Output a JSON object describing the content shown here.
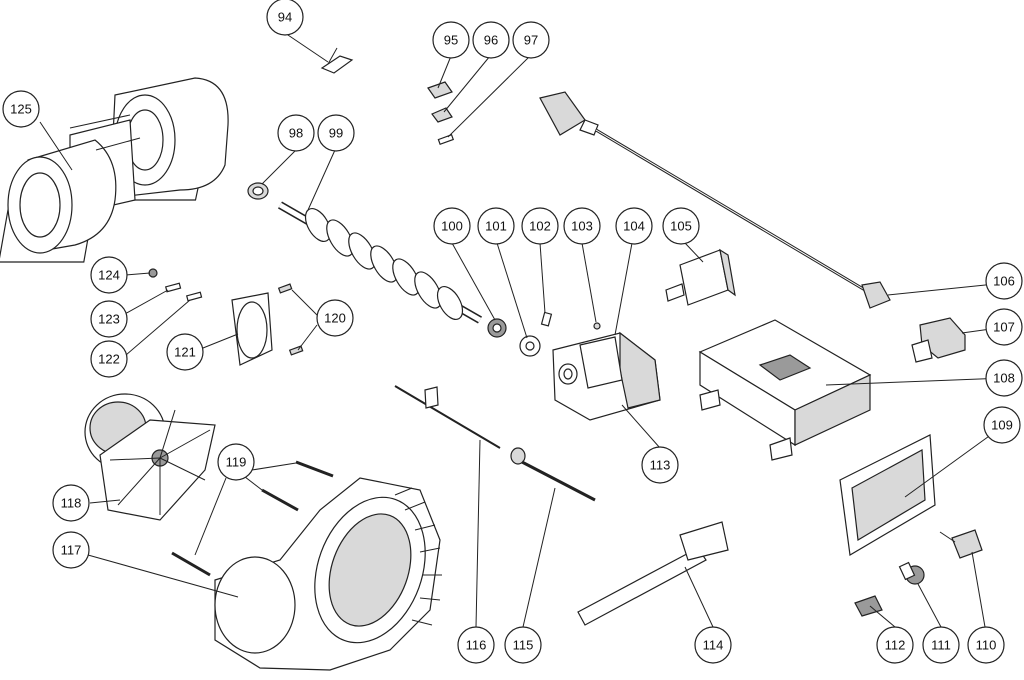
{
  "callouts": [
    {
      "id": "94",
      "label": "94"
    },
    {
      "id": "95",
      "label": "95"
    },
    {
      "id": "96",
      "label": "96"
    },
    {
      "id": "97",
      "label": "97"
    },
    {
      "id": "98",
      "label": "98"
    },
    {
      "id": "99",
      "label": "99"
    },
    {
      "id": "100",
      "label": "100"
    },
    {
      "id": "101",
      "label": "101"
    },
    {
      "id": "102",
      "label": "102"
    },
    {
      "id": "103",
      "label": "103"
    },
    {
      "id": "104",
      "label": "104"
    },
    {
      "id": "105",
      "label": "105"
    },
    {
      "id": "106",
      "label": "106"
    },
    {
      "id": "107",
      "label": "107"
    },
    {
      "id": "108",
      "label": "108"
    },
    {
      "id": "109",
      "label": "109"
    },
    {
      "id": "110",
      "label": "110"
    },
    {
      "id": "111",
      "label": "111"
    },
    {
      "id": "112",
      "label": "112"
    },
    {
      "id": "113",
      "label": "113"
    },
    {
      "id": "114",
      "label": "114"
    },
    {
      "id": "115",
      "label": "115"
    },
    {
      "id": "116",
      "label": "116"
    },
    {
      "id": "117",
      "label": "117"
    },
    {
      "id": "118",
      "label": "118"
    },
    {
      "id": "119",
      "label": "119"
    },
    {
      "id": "120",
      "label": "120"
    },
    {
      "id": "121",
      "label": "121"
    },
    {
      "id": "122",
      "label": "122"
    },
    {
      "id": "123",
      "label": "123"
    },
    {
      "id": "124",
      "label": "124"
    },
    {
      "id": "125",
      "label": "125"
    }
  ],
  "colors": {
    "line": "#222222",
    "background": "#ffffff"
  }
}
